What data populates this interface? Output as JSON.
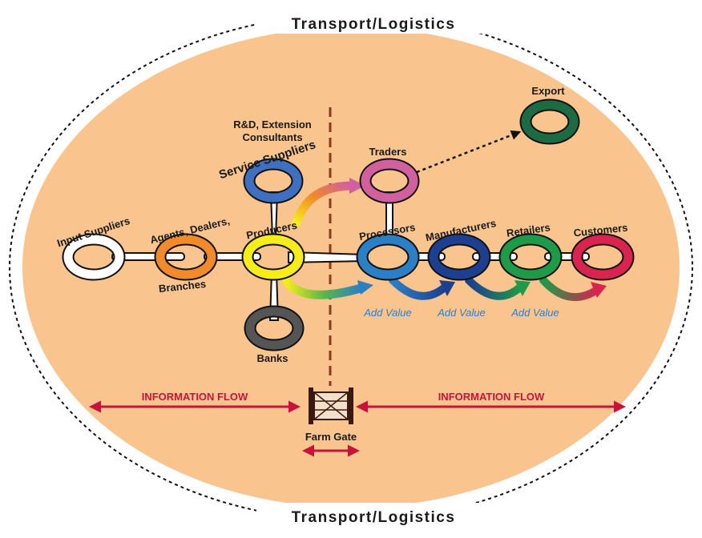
{
  "title_top": "Transport/Logistics",
  "title_bottom": "Transport/Logistics",
  "nodes": {
    "input_suppliers": "Input Suppliers",
    "agents_line1": "Agents, Dealers,",
    "agents_line2": "Branches",
    "producers": "Producers",
    "service_suppliers": "Service Suppliers",
    "rd_line1": "R&D, Extension",
    "rd_line2": "Consultants",
    "banks": "Banks",
    "traders": "Traders",
    "export": "Export",
    "processors": "Processors",
    "manufacturers": "Manufacturers",
    "retailers": "Retailers",
    "customers": "Customers"
  },
  "add_value": [
    "Add Value",
    "Add Value",
    "Add Value"
  ],
  "info_flow_left": "INFORMATION FLOW",
  "info_flow_right": "INFORMATION FLOW",
  "farm_gate": "Farm Gate",
  "colors": {
    "background": "#f9c48e",
    "input_suppliers": "#ffffff",
    "agents": "#f08a2a",
    "producers": "#f4ec1c",
    "service_suppliers": "#3f6fc0",
    "banks": "#555555",
    "traders": "#d0609e",
    "export": "#1d6b42",
    "processors": "#2b7fc4",
    "manufacturers": "#1d3f8f",
    "retailers": "#1e9a48",
    "customers": "#d8244f",
    "flow_red": "#c8123c"
  }
}
